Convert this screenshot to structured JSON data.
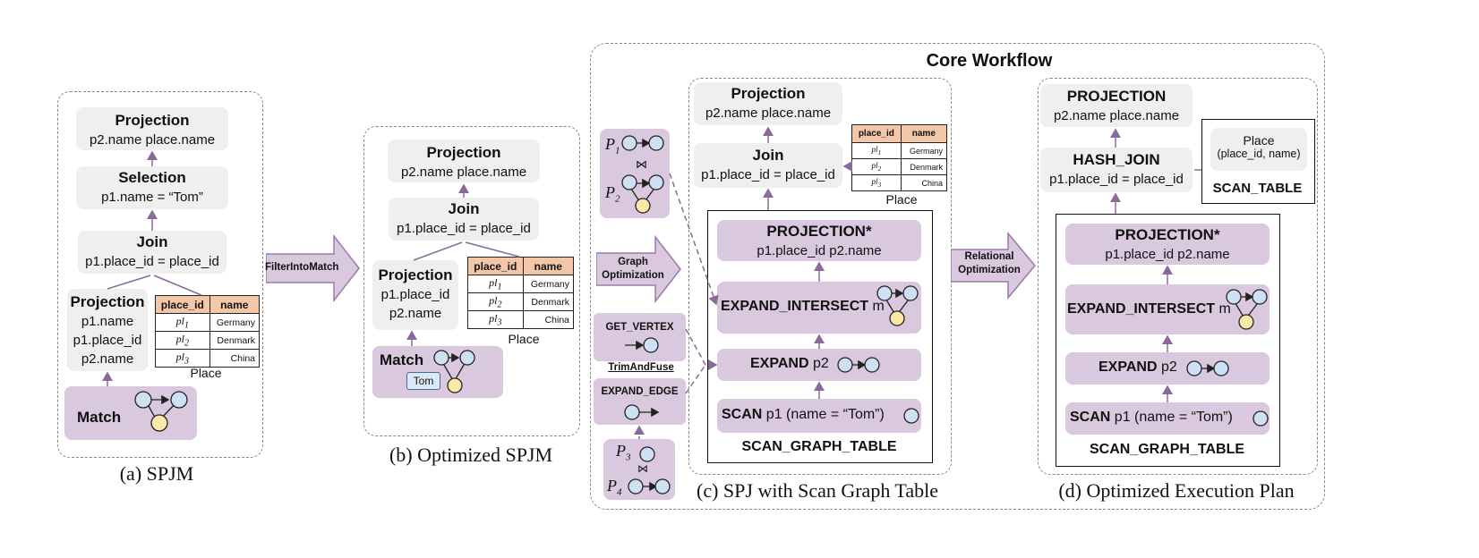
{
  "core_title": "Core Workflow",
  "captions": {
    "a": "(a) SPJM",
    "b": "(b) Optimized SPJM",
    "c": "(c) SPJ with Scan Graph Table",
    "d": "(d) Optimized Execution Plan"
  },
  "place_table": {
    "headers": [
      "place_id",
      "name"
    ],
    "ids": [
      "pl",
      "pl",
      "pl"
    ],
    "subs": [
      "1",
      "2",
      "3"
    ],
    "names": [
      "Germany",
      "Denmark",
      "China"
    ],
    "label": "Place"
  },
  "panel_a": {
    "projection_top": {
      "title": "Projection",
      "text": "p2.name place.name"
    },
    "selection": {
      "title": "Selection",
      "text": "p1.name = “Tom”"
    },
    "join": {
      "title": "Join",
      "text": "p1.place_id = place_id"
    },
    "projection_low": {
      "title": "Projection",
      "l1": "p1.name",
      "l2": "p1.place_id",
      "l3": "p2.name"
    },
    "match": {
      "title": "Match"
    }
  },
  "arrow_filter": "FilterIntoMatch",
  "panel_b": {
    "projection_top": {
      "title": "Projection",
      "text": "p2.name place.name"
    },
    "join": {
      "title": "Join",
      "text": "p1.place_id = place_id"
    },
    "projection_low": {
      "title": "Projection",
      "l1": "p1.place_id",
      "l2": "p2.name"
    },
    "match": {
      "title": "Match",
      "tag": "Tom"
    }
  },
  "arrow_graph": {
    "l1": "Graph",
    "l2": "Optimization"
  },
  "left_col": {
    "p1": "P",
    "p1_sub": "1",
    "p2": "P",
    "p2_sub": "2",
    "join_sym": "⋈",
    "get_vertex": "GET_VERTEX",
    "trim": "TrimAndFuse",
    "expand_edge": "EXPAND_EDGE",
    "p3": "P",
    "p3_sub": "3",
    "p4": "P",
    "p4_sub": "4"
  },
  "panel_c": {
    "projection": {
      "title": "Projection",
      "text": "p2.name place.name"
    },
    "join": {
      "title": "Join",
      "text": "p1.place_id = place_id"
    },
    "inner_projection": {
      "title": "PROJECTION*",
      "text": "p1.place_id p2.name"
    },
    "expand_intersect": {
      "title": "EXPAND_INTERSECT",
      "arg": "m"
    },
    "expand": {
      "title": "EXPAND",
      "arg": "p2"
    },
    "scan": {
      "title": "SCAN",
      "arg": "p1 (name = “Tom”)"
    },
    "sgt": "SCAN_GRAPH_TABLE"
  },
  "arrow_relational": {
    "l1": "Relational",
    "l2": "Optimization"
  },
  "panel_d": {
    "projection": {
      "title": "PROJECTION",
      "text": "p2.name place.name"
    },
    "hash_join": {
      "title": "HASH_JOIN",
      "text": "p1.place_id = place_id"
    },
    "scan_table": {
      "l1": "Place",
      "l2": "(place_id, name)",
      "title": "SCAN_TABLE"
    },
    "inner_projection": {
      "title": "PROJECTION*",
      "text": "p1.place_id p2.name"
    },
    "expand_intersect": {
      "title": "EXPAND_INTERSECT",
      "arg": "m"
    },
    "expand": {
      "title": "EXPAND",
      "arg": "p2"
    },
    "scan": {
      "title": "SCAN",
      "arg": "p1 (name = “Tom”)"
    },
    "sgt": "SCAN_GRAPH_TABLE"
  },
  "colors": {
    "gray_box": "#efefef",
    "purple_box": "#d9c8de",
    "node_blue": "#cfe0f5",
    "node_yellow": "#fbe8a8",
    "table_header": "#f4c6a8",
    "edge_purple": "#8a6a9a"
  }
}
